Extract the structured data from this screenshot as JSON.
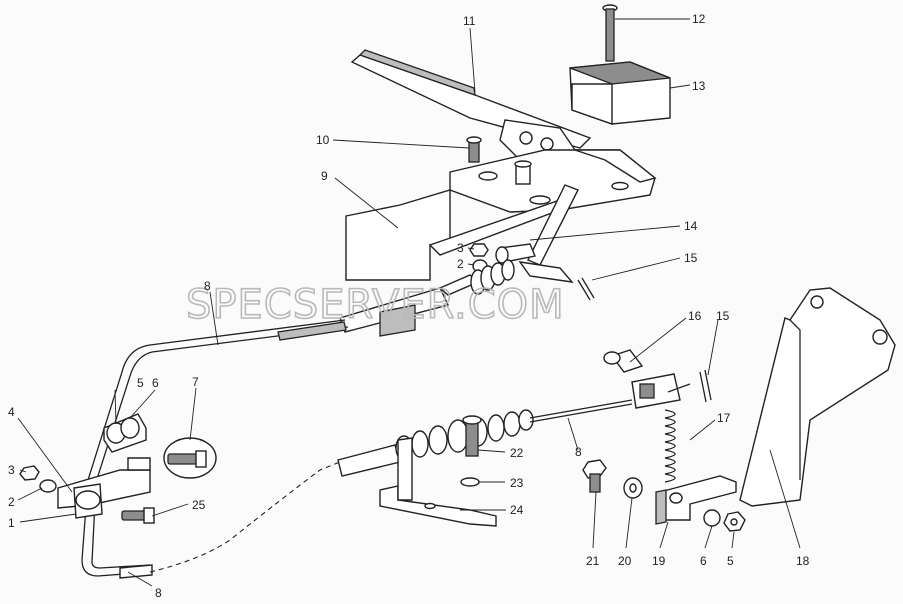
{
  "watermark": "SPECSERVER.COM",
  "callouts": [
    {
      "id": "c11",
      "text": "11"
    },
    {
      "id": "c12",
      "text": "12"
    },
    {
      "id": "c13",
      "text": "13"
    },
    {
      "id": "c10",
      "text": "10"
    },
    {
      "id": "c9",
      "text": "9"
    },
    {
      "id": "c14",
      "text": "14"
    },
    {
      "id": "c3a",
      "text": "3"
    },
    {
      "id": "c2a",
      "text": "2"
    },
    {
      "id": "c15a",
      "text": "15"
    },
    {
      "id": "c8a",
      "text": "8"
    },
    {
      "id": "c16",
      "text": "16"
    },
    {
      "id": "c15b",
      "text": "15"
    },
    {
      "id": "c5a",
      "text": "5"
    },
    {
      "id": "c6a",
      "text": "6"
    },
    {
      "id": "c7",
      "text": "7"
    },
    {
      "id": "c4",
      "text": "4"
    },
    {
      "id": "c17",
      "text": "17"
    },
    {
      "id": "c8b",
      "text": "8"
    },
    {
      "id": "c22",
      "text": "22"
    },
    {
      "id": "c3b",
      "text": "3"
    },
    {
      "id": "c2b",
      "text": "2"
    },
    {
      "id": "c23",
      "text": "23"
    },
    {
      "id": "c1",
      "text": "1"
    },
    {
      "id": "c25",
      "text": "25"
    },
    {
      "id": "c24",
      "text": "24"
    },
    {
      "id": "c18",
      "text": "18"
    },
    {
      "id": "c21",
      "text": "21"
    },
    {
      "id": "c20",
      "text": "20"
    },
    {
      "id": "c19",
      "text": "19"
    },
    {
      "id": "c6b",
      "text": "6"
    },
    {
      "id": "c5b",
      "text": "5"
    },
    {
      "id": "c8c",
      "text": "8"
    }
  ]
}
